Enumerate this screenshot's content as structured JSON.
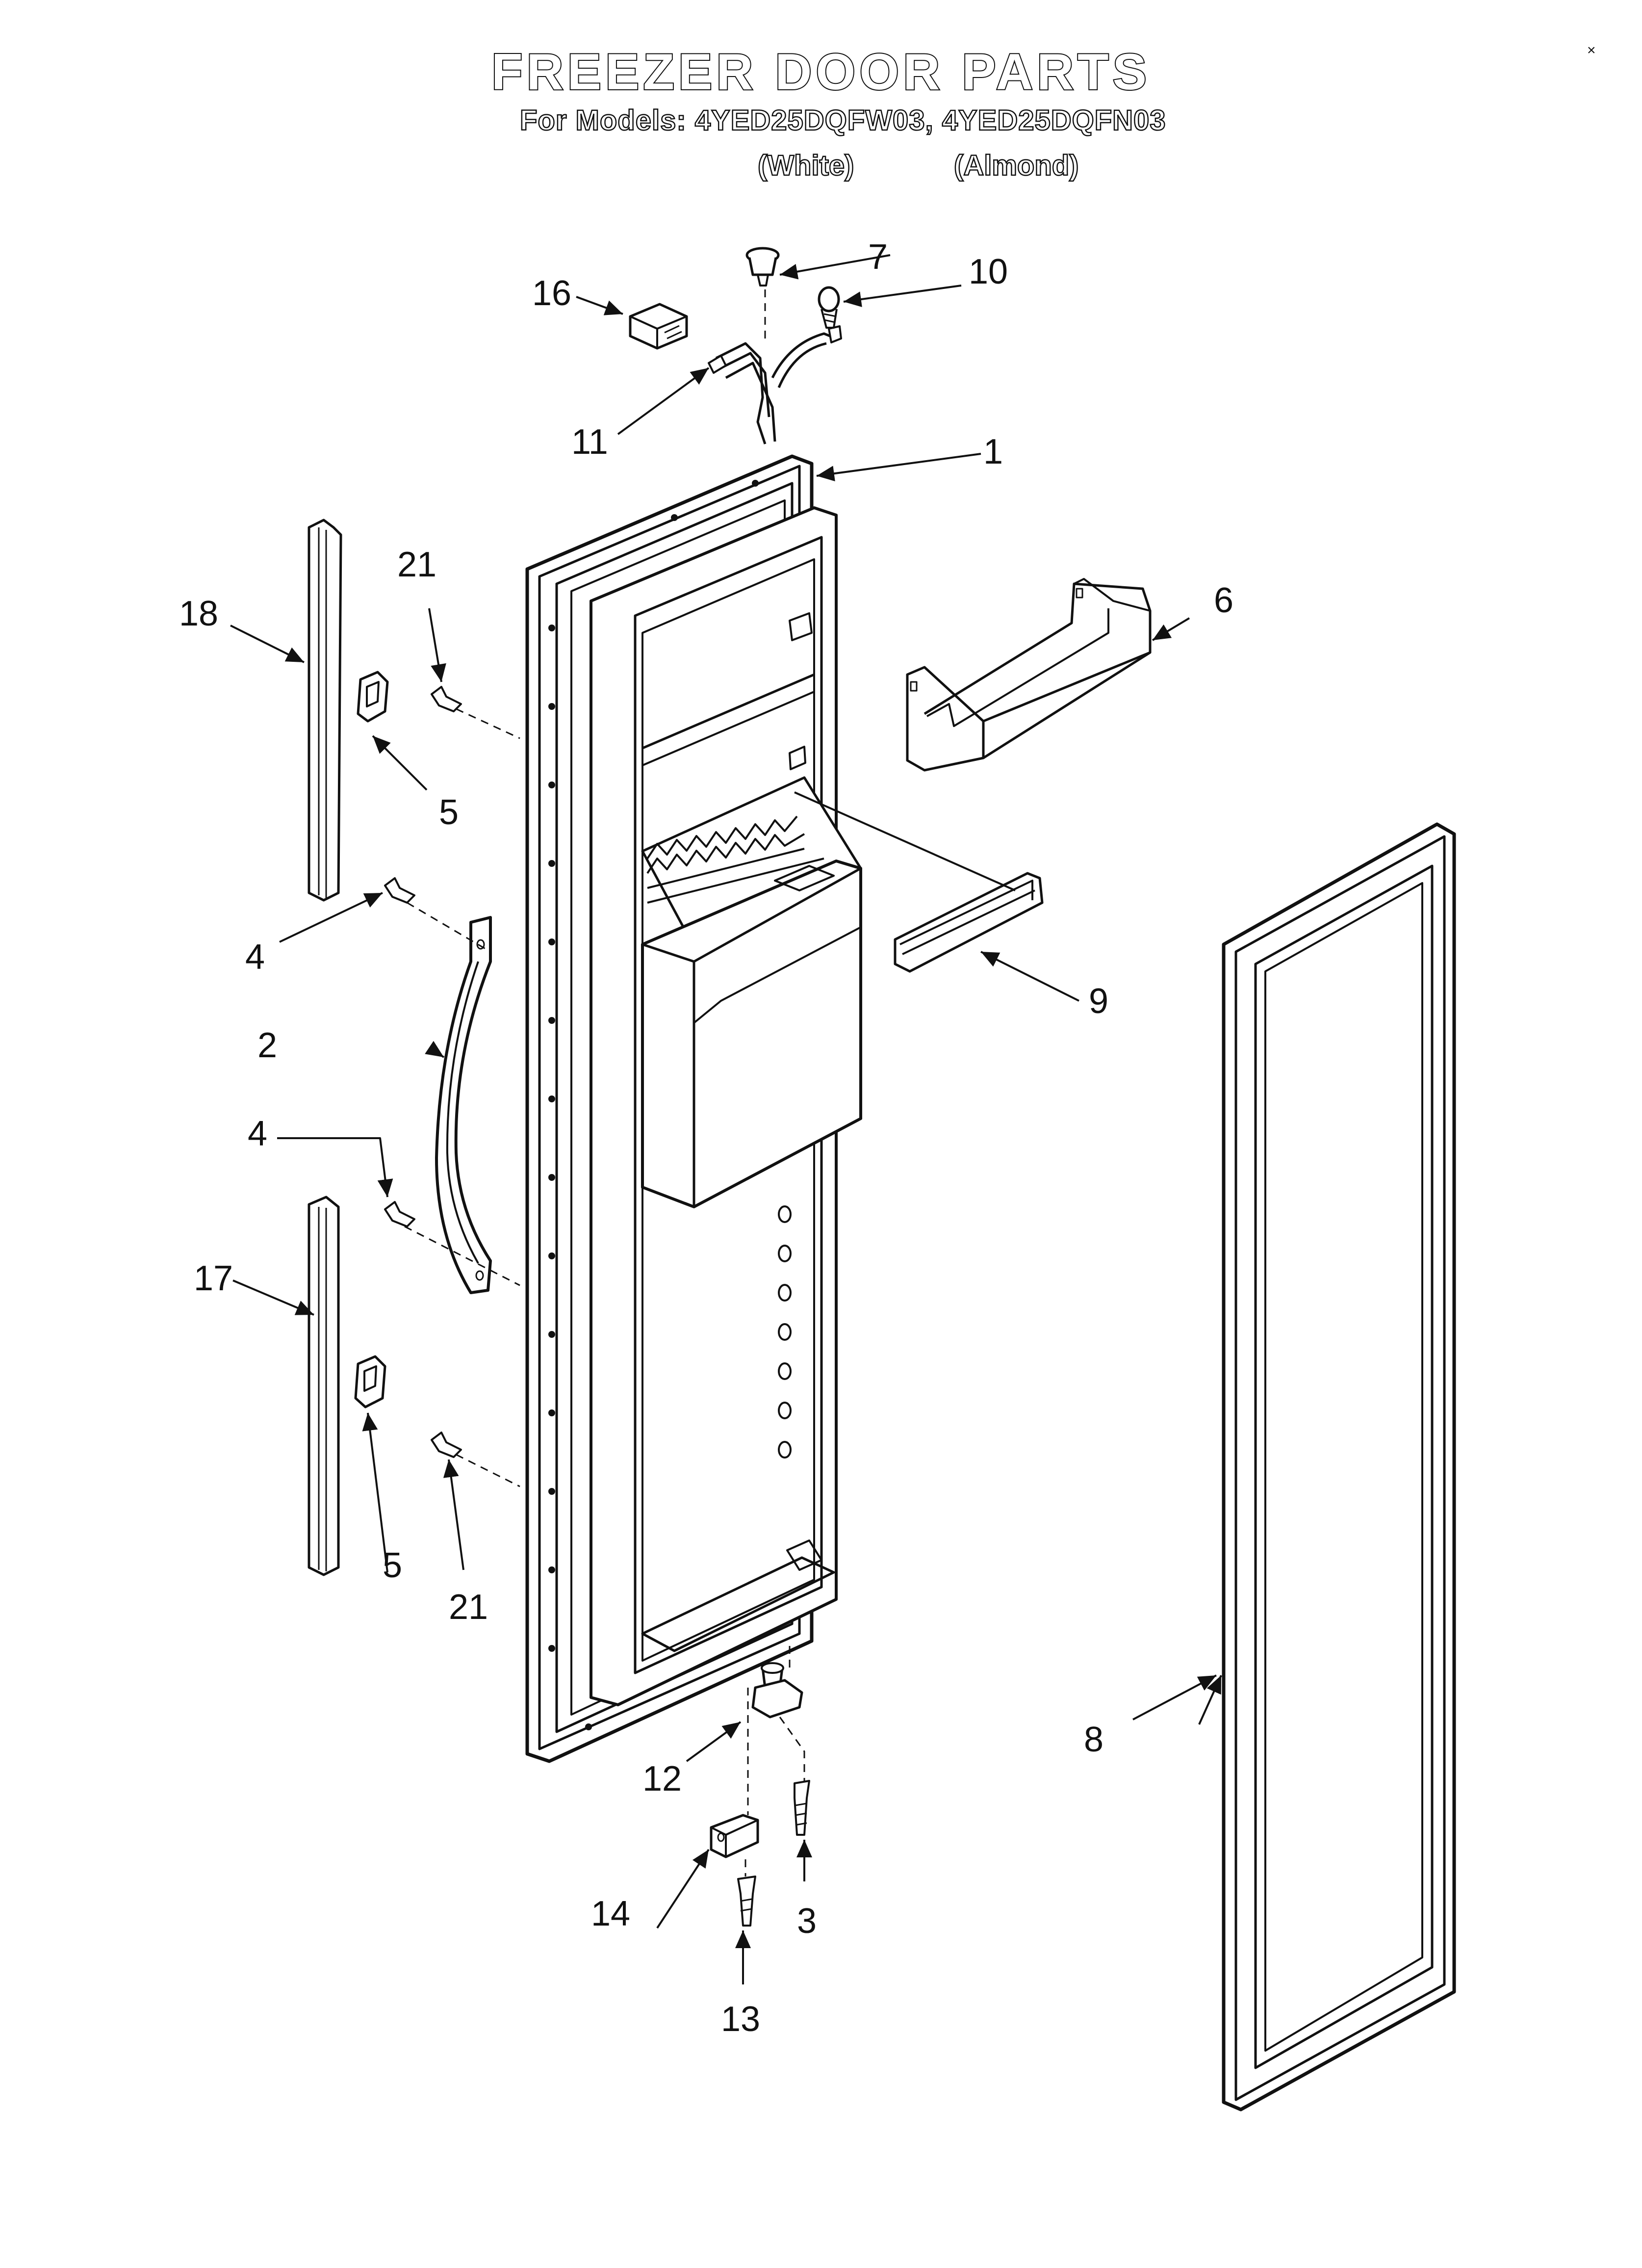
{
  "header": {
    "title": "FREEZER DOOR PARTS",
    "models": "For Models: 4YED25DQFW03, 4YED25DQFN03",
    "variant_white": "(White)",
    "variant_almond": "(Almond)",
    "corner_mark": "×"
  },
  "callouts": [
    {
      "id": "c1",
      "label": "1"
    },
    {
      "id": "c2",
      "label": "2"
    },
    {
      "id": "c3",
      "label": "3"
    },
    {
      "id": "c4a",
      "label": "4"
    },
    {
      "id": "c4b",
      "label": "4"
    },
    {
      "id": "c5a",
      "label": "5"
    },
    {
      "id": "c5b",
      "label": "5"
    },
    {
      "id": "c6",
      "label": "6"
    },
    {
      "id": "c7",
      "label": "7"
    },
    {
      "id": "c8",
      "label": "8"
    },
    {
      "id": "c9",
      "label": "9"
    },
    {
      "id": "c10",
      "label": "10"
    },
    {
      "id": "c11",
      "label": "11"
    },
    {
      "id": "c12",
      "label": "12"
    },
    {
      "id": "c13",
      "label": "13"
    },
    {
      "id": "c14",
      "label": "14"
    },
    {
      "id": "c16",
      "label": "16"
    },
    {
      "id": "c17",
      "label": "17"
    },
    {
      "id": "c18",
      "label": "18"
    },
    {
      "id": "c21a",
      "label": "21"
    },
    {
      "id": "c21b",
      "label": "21"
    }
  ],
  "colors": {
    "ink": "#111111",
    "paper": "#ffffff",
    "shade": "#cfcfcf"
  }
}
